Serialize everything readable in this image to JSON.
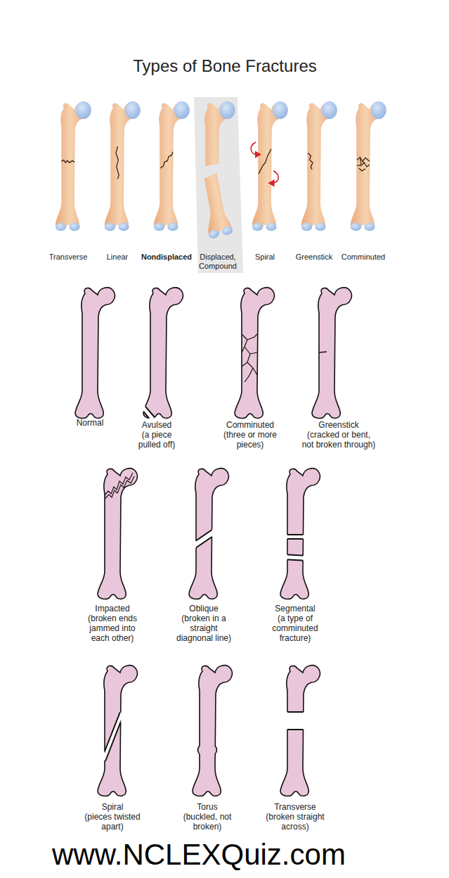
{
  "diagram": {
    "title": "Types of Bone Fractures",
    "labels": [
      "Transverse",
      "Linear",
      "Nondisplaced",
      "Displaced, Compound",
      "Spiral",
      "Greenstick",
      "Comminuted",
      "Normal",
      "Avulsed",
      "(a piece pulled off)",
      "Comminuted",
      "(three or more pieces)",
      "Greenstick",
      "(cracked or bent, not broken through)",
      "Impacted",
      "(broken ends jammed into each other)",
      "Oblique",
      "(broken in a straight diagnonal line)",
      "Segmental",
      "(a type of comminuted fracture)",
      "Spiral",
      "(pieces twisted apart)",
      "Torus",
      "(buckled, not broken)",
      "Transverse",
      "(broken straight across)",
      "www.NCLEXQuiz.com"
    ]
  }
}
